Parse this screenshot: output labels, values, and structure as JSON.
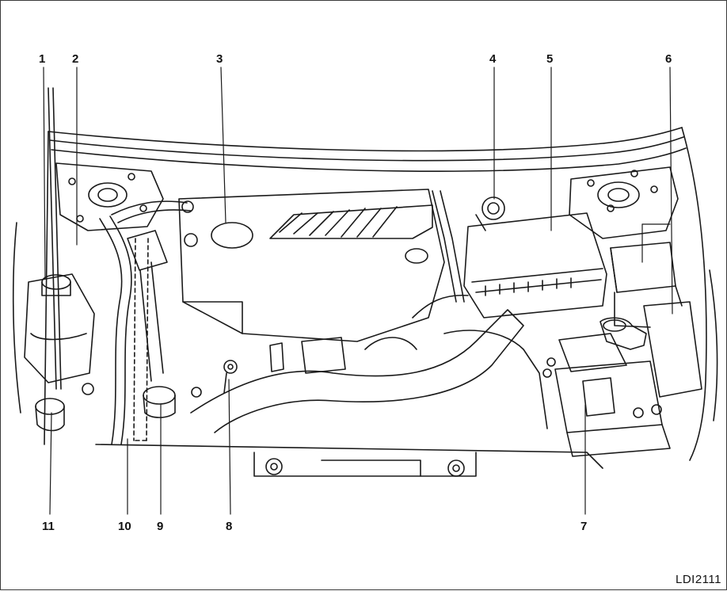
{
  "figure_id": "LDI2111",
  "callouts_top": [
    "1",
    "2",
    "3",
    "4",
    "5",
    "6"
  ],
  "callouts_bottom": [
    "11",
    "10",
    "9",
    "8",
    "7"
  ],
  "colors": {
    "line": "#1a1a1a",
    "background": "#ffffff"
  }
}
